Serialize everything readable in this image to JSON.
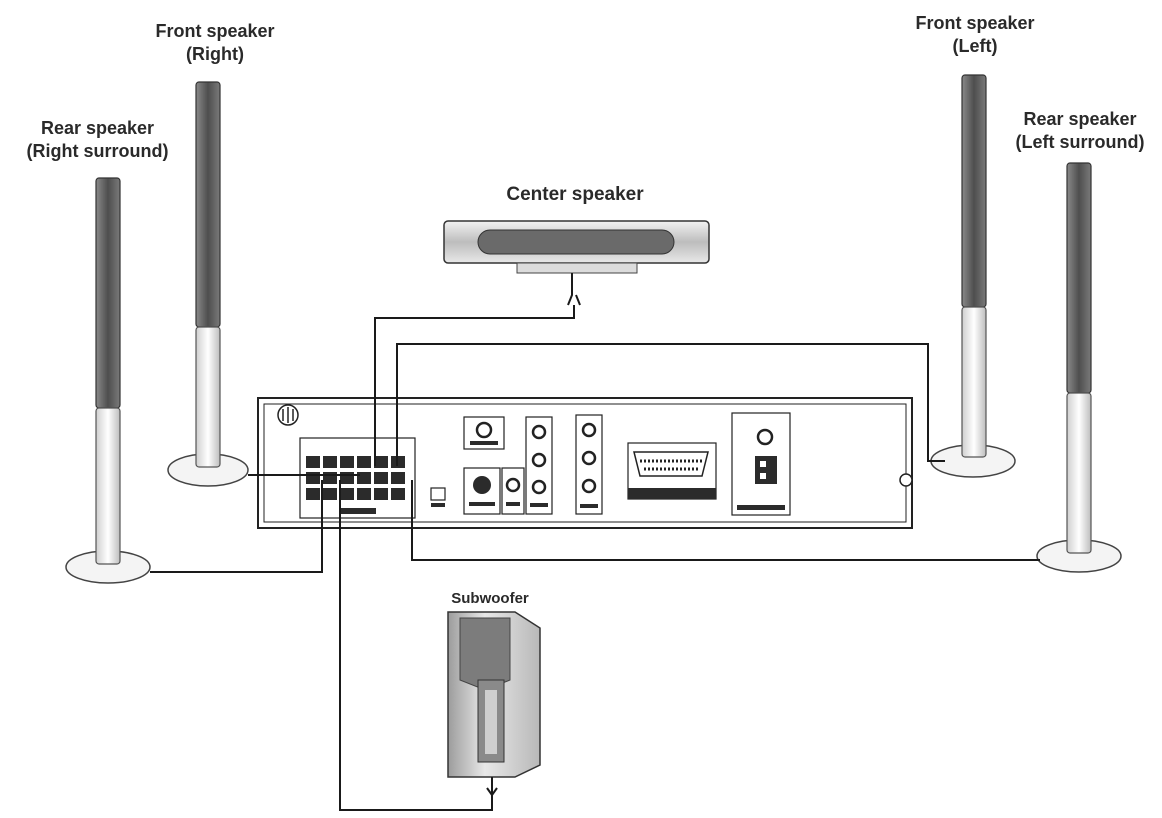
{
  "labels": {
    "front_right": {
      "line1": "Front speaker",
      "line2": "(Right)"
    },
    "rear_right": {
      "line1": "Rear speaker",
      "line2": "(Right surround)"
    },
    "front_left": {
      "line1": "Front speaker",
      "line2": "(Left)"
    },
    "rear_left": {
      "line1": "Rear speaker",
      "line2": "(Left surround)"
    },
    "center": "Center speaker",
    "subwoofer": "Subwoofer"
  },
  "colors": {
    "cable": "#1a1a1a",
    "outline": "#222222",
    "speaker_dark": "#5e5e5e",
    "speaker_light": "#e6e6e6",
    "panel_fill": "#ffffff"
  }
}
